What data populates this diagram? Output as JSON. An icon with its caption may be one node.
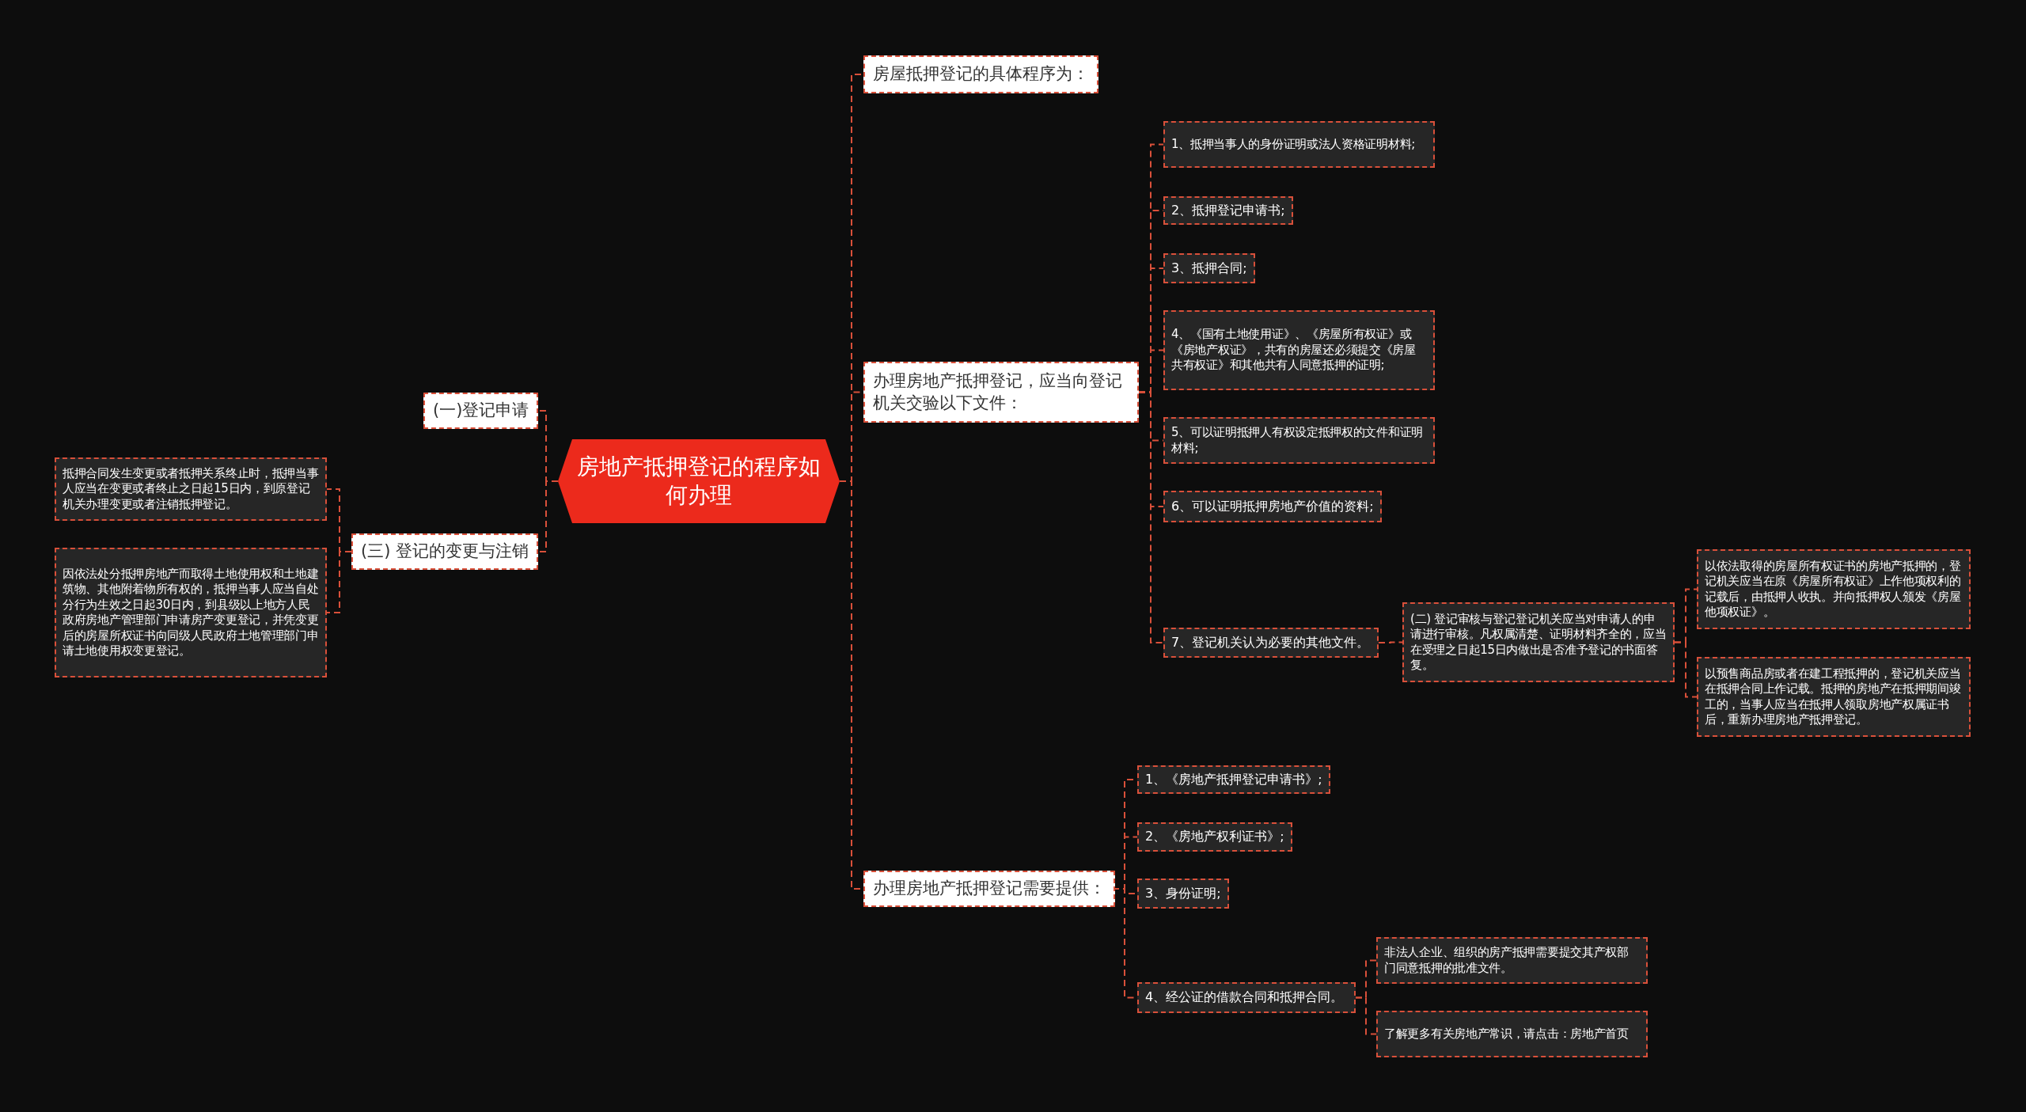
{
  "diagram": {
    "nodes": [
      {
        "text": [
          "房地产抵押登记的程序如何办理"
        ]
      },
      {
        "text": [
          "(一)登记申请"
        ]
      },
      {
        "text": [
          "(三) 登记的变更与注销"
        ]
      },
      {
        "text": [
          "抵押合同发生变更或者抵押关系终止时，抵押当事人应当在变更或者终止之日起15日内，到原登记机关办理变更或者注销抵押登记。"
        ]
      },
      {
        "text": [
          "因依法处分抵押房地产而取得土地使用权和土地建筑物、其他附着物所有权的，抵押当事人应当自处分行为生效之日起30日内，到县级以上地方人民政府房地产管理部门申请房产变更登记，并凭变更后的房屋所权证书向同级人民政府土地管理部门申请土地使用权变更登记。"
        ]
      },
      {
        "text": [
          "房屋抵押登记的具体程序为："
        ]
      },
      {
        "text": [
          "办理房地产抵押登记，应当向登记机关交验以下文件："
        ]
      },
      {
        "text": [
          "1、抵押当事人的身份证明或法人资格证明材料;"
        ]
      },
      {
        "text": [
          "2、抵押登记申请书;"
        ]
      },
      {
        "text": [
          "3、抵押合同;"
        ]
      },
      {
        "text": [
          "4、《国有土地使用证》、《房屋所有权证》或《房地产权证》，共有的房屋还必须提交《房屋共有权证》和其他共有人同意抵押的证明;"
        ]
      },
      {
        "text": [
          "5、可以证明抵押人有权设定抵押权的文件和证明材料;"
        ]
      },
      {
        "text": [
          "6、可以证明抵押房地产价值的资料;"
        ]
      },
      {
        "text": [
          "7、登记机关认为必要的其他文件。"
        ]
      },
      {
        "text": [
          "(二) 登记审核与登记登记机关应当对申请人的申请进行审核。凡权属清楚、证明材料齐全的，应当在受理之日起15日内做出是否准予登记的书面答复。"
        ]
      },
      {
        "text": [
          "以依法取得的房屋所有权证书的房地产抵押的，登记机关应当在原《房屋所有权证》上作他项权利的记载后，由抵押人收执。并向抵押权人颁发《房屋他项权证》。"
        ]
      },
      {
        "text": [
          "以预售商品房或者在建工程抵押的，登记机关应当在抵押合同上作记载。抵押的房地产在抵押期间竣工的，当事人应当在抵押人领取房地产权属证书后，重新办理房地产抵押登记。"
        ]
      },
      {
        "text": [
          "办理房地产抵押登记需要提供："
        ]
      },
      {
        "text": [
          "1、《房地产抵押登记申请书》;"
        ]
      },
      {
        "text": [
          "2、《房地产权利证书》;"
        ]
      },
      {
        "text": [
          "3、身份证明;"
        ]
      },
      {
        "text": [
          "4、经公证的借款合同和抵押合同。"
        ]
      },
      {
        "text": [
          "非法人企业、组织的房产抵押需要提交其产权部门同意抵押的批准文件。"
        ]
      },
      {
        "text": [
          "了解更多有关房地产常识，请点击：房地产首页"
        ]
      }
    ],
    "edges": [
      {
        "from": 0,
        "to": 1,
        "arrow": "none",
        "style": "dashed"
      },
      {
        "from": 0,
        "to": 2,
        "arrow": "none",
        "style": "dashed"
      },
      {
        "from": 2,
        "to": 3,
        "arrow": "none",
        "style": "dashed"
      },
      {
        "from": 2,
        "to": 4,
        "arrow": "none",
        "style": "dashed"
      },
      {
        "from": 0,
        "to": 5,
        "arrow": "none",
        "style": "dashed"
      },
      {
        "from": 0,
        "to": 6,
        "arrow": "none",
        "style": "dashed"
      },
      {
        "from": 6,
        "to": 7,
        "arrow": "none",
        "style": "dashed"
      },
      {
        "from": 6,
        "to": 8,
        "arrow": "none",
        "style": "dashed"
      },
      {
        "from": 6,
        "to": 9,
        "arrow": "none",
        "style": "dashed"
      },
      {
        "from": 6,
        "to": 10,
        "arrow": "none",
        "style": "dashed"
      },
      {
        "from": 6,
        "to": 11,
        "arrow": "none",
        "style": "dashed"
      },
      {
        "from": 6,
        "to": 12,
        "arrow": "none",
        "style": "dashed"
      },
      {
        "from": 6,
        "to": 13,
        "arrow": "none",
        "style": "dashed"
      },
      {
        "from": 13,
        "to": 14,
        "arrow": "none",
        "style": "dashed"
      },
      {
        "from": 14,
        "to": 15,
        "arrow": "none",
        "style": "dashed"
      },
      {
        "from": 14,
        "to": 16,
        "arrow": "none",
        "style": "dashed"
      },
      {
        "from": 0,
        "to": 17,
        "arrow": "none",
        "style": "dashed"
      },
      {
        "from": 17,
        "to": 18,
        "arrow": "none",
        "style": "dashed"
      },
      {
        "from": 17,
        "to": 19,
        "arrow": "none",
        "style": "dashed"
      },
      {
        "from": 17,
        "to": 20,
        "arrow": "none",
        "style": "dashed"
      },
      {
        "from": 17,
        "to": 21,
        "arrow": "none",
        "style": "dashed"
      },
      {
        "from": 21,
        "to": 22,
        "arrow": "none",
        "style": "dashed"
      },
      {
        "from": 21,
        "to": 23,
        "arrow": "none",
        "style": "dashed"
      }
    ]
  }
}
